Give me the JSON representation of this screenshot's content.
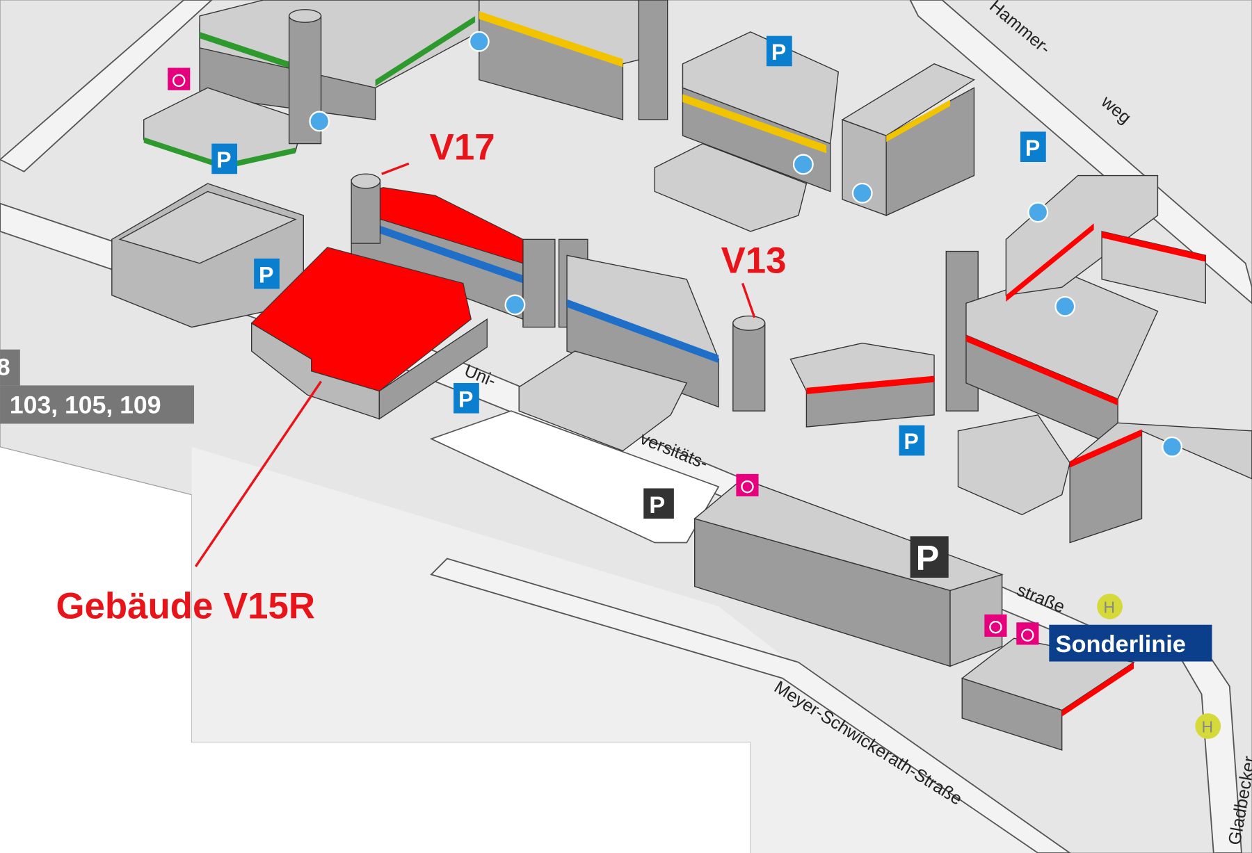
{
  "map": {
    "building_labels": {
      "v17": "V17",
      "v13": "V13",
      "v15r": "Gebäude V15R"
    },
    "route_box": {
      "top": "8",
      "bottom": "103, 105, 109"
    },
    "streets": {
      "uni": "Uni-",
      "versitaets": "versitäts-",
      "strasse": "straße",
      "meyer": "Meyer-Schwickerath-Straße",
      "gladbecker": "Gladbecker",
      "hammer": "Hammer-",
      "weg": "weg"
    },
    "bus_stop_label": "Sonderlinie",
    "parking_letter": "P",
    "bus_stop_letter": "H",
    "colors": {
      "highlight": "#ff0000",
      "label_red": "#e8141a",
      "parking_blue": "#0a7fd0",
      "disabled_pink": "#e6007e",
      "bus_stop_navy": "#0b3f8c",
      "halt_yellow": "#d6d93a",
      "green_stripe": "#2e9a2e",
      "yellow_stripe": "#f2c400",
      "blue_stripe": "#1f6fc8"
    },
    "icons": [
      "parking-icon",
      "disabled-parking-icon",
      "elevator-icon",
      "bus-stop-icon"
    ]
  }
}
